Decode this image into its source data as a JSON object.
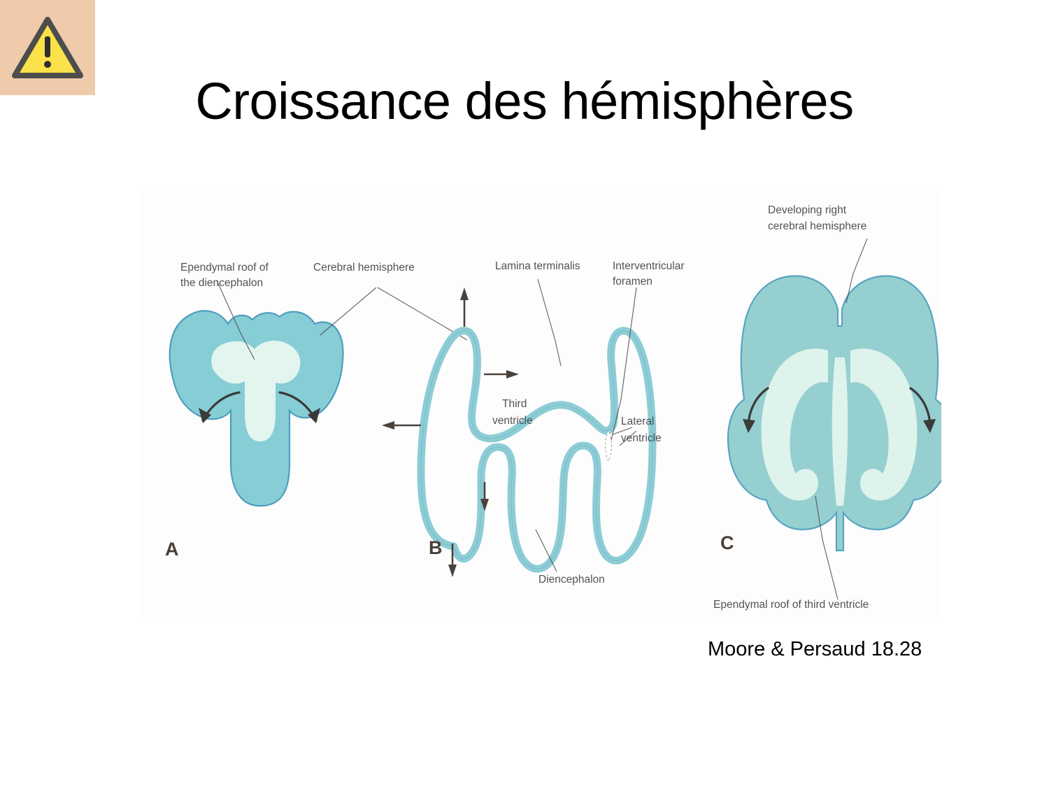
{
  "slide": {
    "title": "Croissance des hémisphères",
    "attribution": "Moore & Persaud 18.28",
    "background_color": "#ffffff",
    "title_color": "#000000"
  },
  "warning_badge": {
    "icon": "warning-triangle-icon",
    "background_color": "#efcbab",
    "triangle_fill": "#fbe14a",
    "triangle_stroke": "#4d4d4d",
    "exclamation": "!"
  },
  "figure": {
    "scan_background": "#fdfdfd",
    "tissue_color": "#86cdd6",
    "cavity_color": "#e2f5ef",
    "outline_color": "#4f9dc0",
    "panels": [
      {
        "letter": "A"
      },
      {
        "letter": "B"
      },
      {
        "letter": "C"
      }
    ],
    "labels": {
      "ependymal_roof_diencephalon_line1": "Ependymal roof of",
      "ependymal_roof_diencephalon_line2": "the diencephalon",
      "cerebral_hemisphere": "Cerebral hemisphere",
      "lamina_terminalis": "Lamina terminalis",
      "interventricular_foramen_line1": "Interventricular",
      "interventricular_foramen_line2": "foramen",
      "developing_right_line1": "Developing right",
      "developing_right_line2": "cerebral hemisphere",
      "third_ventricle_line1": "Third",
      "third_ventricle_line2": "ventricle",
      "lateral_ventricle_line1": "Lateral",
      "lateral_ventricle_line2": "ventricle",
      "diencephalon": "Diencephalon",
      "ependymal_roof_third_ventricle": "Ependymal roof of third ventricle"
    }
  }
}
